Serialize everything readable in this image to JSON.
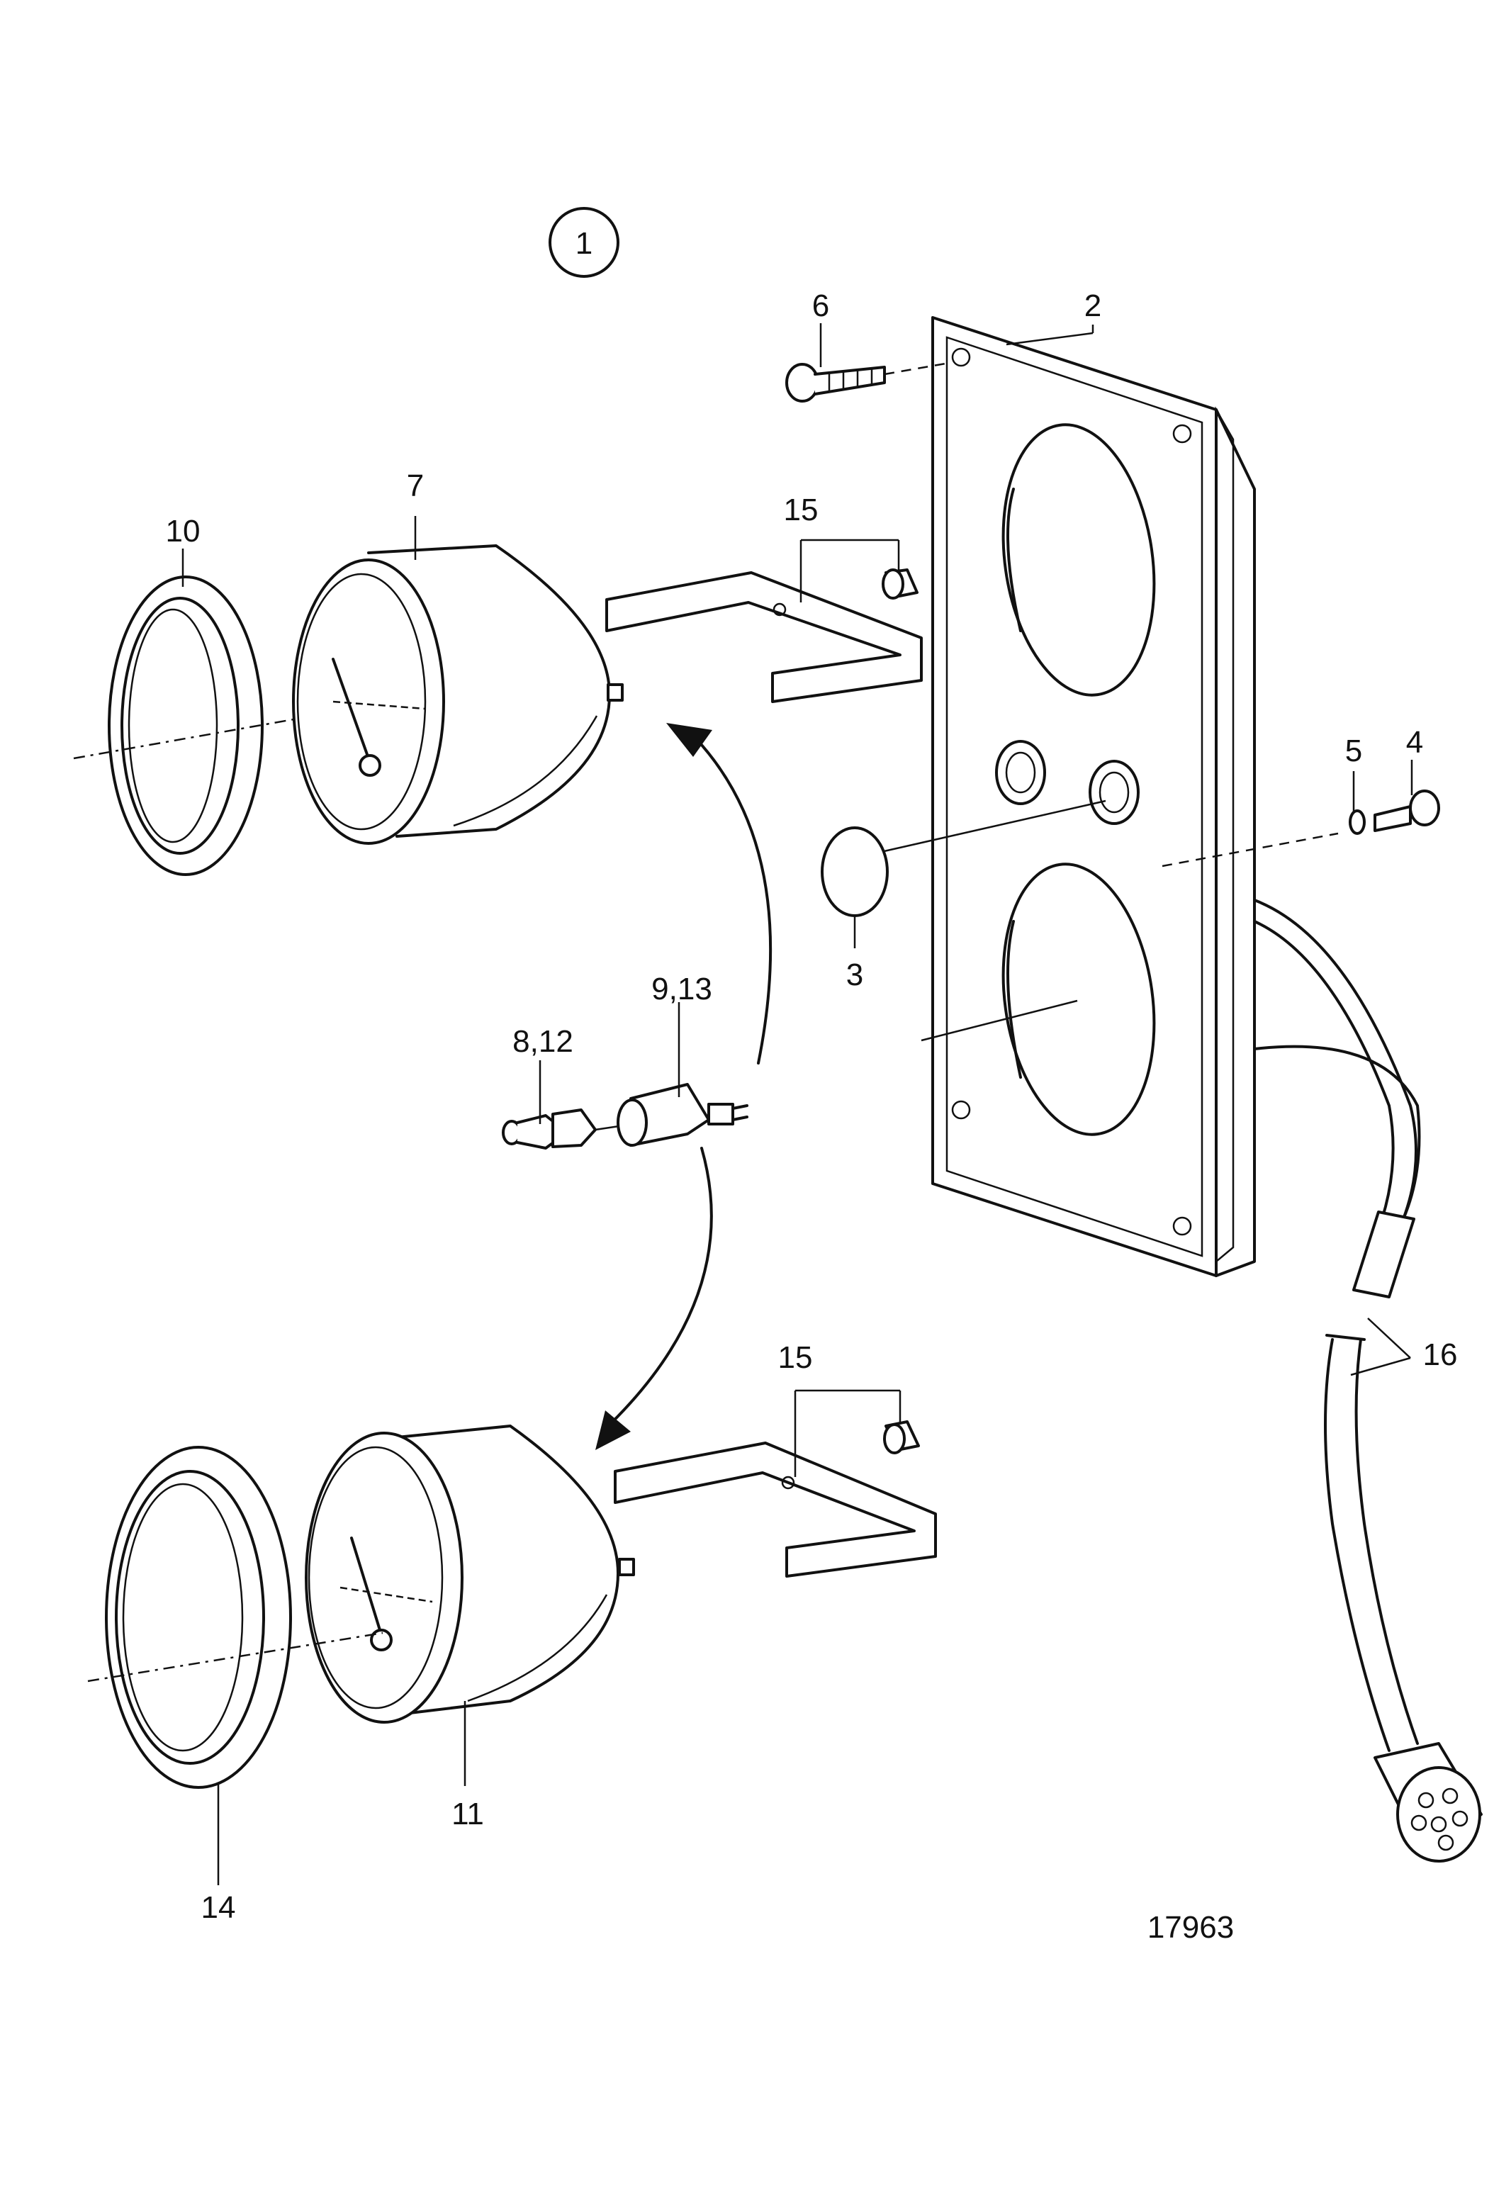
{
  "figure": {
    "group_marker": "1",
    "drawing_number": "17963"
  },
  "callouts": [
    {
      "id": "label-6",
      "text": "6"
    },
    {
      "id": "label-2",
      "text": "2"
    },
    {
      "id": "label-7",
      "text": "7"
    },
    {
      "id": "label-10",
      "text": "10"
    },
    {
      "id": "label-15-top",
      "text": "15"
    },
    {
      "id": "label-5",
      "text": "5"
    },
    {
      "id": "label-4",
      "text": "4"
    },
    {
      "id": "label-3",
      "text": "3"
    },
    {
      "id": "label-9-13",
      "text": "9,13"
    },
    {
      "id": "label-8-12",
      "text": "8,12"
    },
    {
      "id": "label-15-bottom",
      "text": "15"
    },
    {
      "id": "label-16",
      "text": "16"
    },
    {
      "id": "label-11",
      "text": "11"
    },
    {
      "id": "label-14",
      "text": "14"
    }
  ]
}
